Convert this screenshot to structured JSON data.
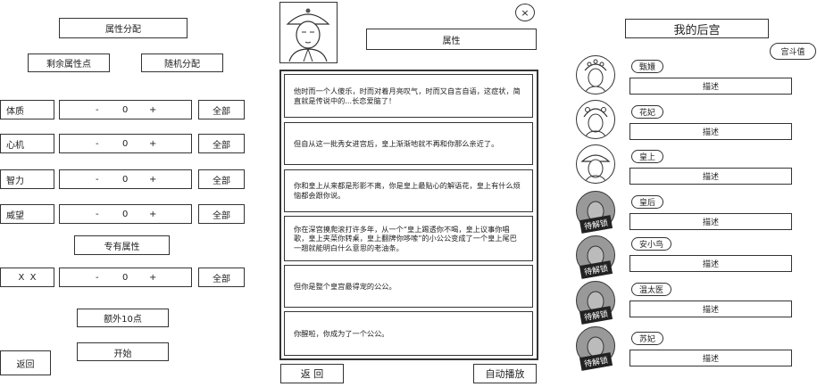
{
  "left": {
    "title": "属性分配",
    "remaining_points": "剩余属性点",
    "random_assign": "随机分配",
    "stats": [
      {
        "name": "体质",
        "minus": "-",
        "value": "0",
        "plus": "+",
        "all": "全部"
      },
      {
        "name": "心机",
        "minus": "-",
        "value": "0",
        "plus": "+",
        "all": "全部"
      },
      {
        "name": "智力",
        "minus": "-",
        "value": "0",
        "plus": "+",
        "all": "全部"
      },
      {
        "name": "威望",
        "minus": "-",
        "value": "0",
        "plus": "+",
        "all": "全部"
      }
    ],
    "special_title": "专有属性",
    "special": {
      "name": "X  X",
      "minus": "-",
      "value": "0",
      "plus": "+",
      "all": "全部"
    },
    "extra_points": "额外10点",
    "start": "开始",
    "back": "返回"
  },
  "middle": {
    "attributes": "属性",
    "close": "×",
    "story": [
      "他时而一个人傻乐，时而对着月亮叹气，时而又自言自语，这症状，简直就是传说中的...长恋爱脑了！",
      "但自从这一批秀女进宫后，皇上渐渐地就不再和你那么亲近了。",
      "你和皇上从来都是形影不离，你是皇上最贴心的解语花，皇上有什么烦恼都会跟你说。",
      "你在深宫摸爬滚打许多年，从一个“皇上踢透你不喝，皇上议事你唱歌，皇上夹菜你转桌，皇上翻牌你哆嗦”的小公公变成了一个皇上尾巴一翘就能明白什么意思的老油条。",
      "但你是整个皇宫最得宠的公公。",
      "你醒啦，你成为了一个公公。"
    ],
    "back": "返 回",
    "autoplay": "自动播放"
  },
  "right": {
    "title": "我的后宫",
    "palace_value": "宫斗值",
    "characters": [
      {
        "name": "甄嬛",
        "desc": "描述",
        "locked": false
      },
      {
        "name": "花妃",
        "desc": "描述",
        "locked": false
      },
      {
        "name": "皇上",
        "desc": "描述",
        "locked": false
      },
      {
        "name": "皇后",
        "desc": "描述",
        "locked": true
      },
      {
        "name": "安小鸟",
        "desc": "描述",
        "locked": true
      },
      {
        "name": "温太医",
        "desc": "描述",
        "locked": true
      },
      {
        "name": "苏妃",
        "desc": "描述",
        "locked": true
      }
    ],
    "locked_label": "待解锁"
  }
}
